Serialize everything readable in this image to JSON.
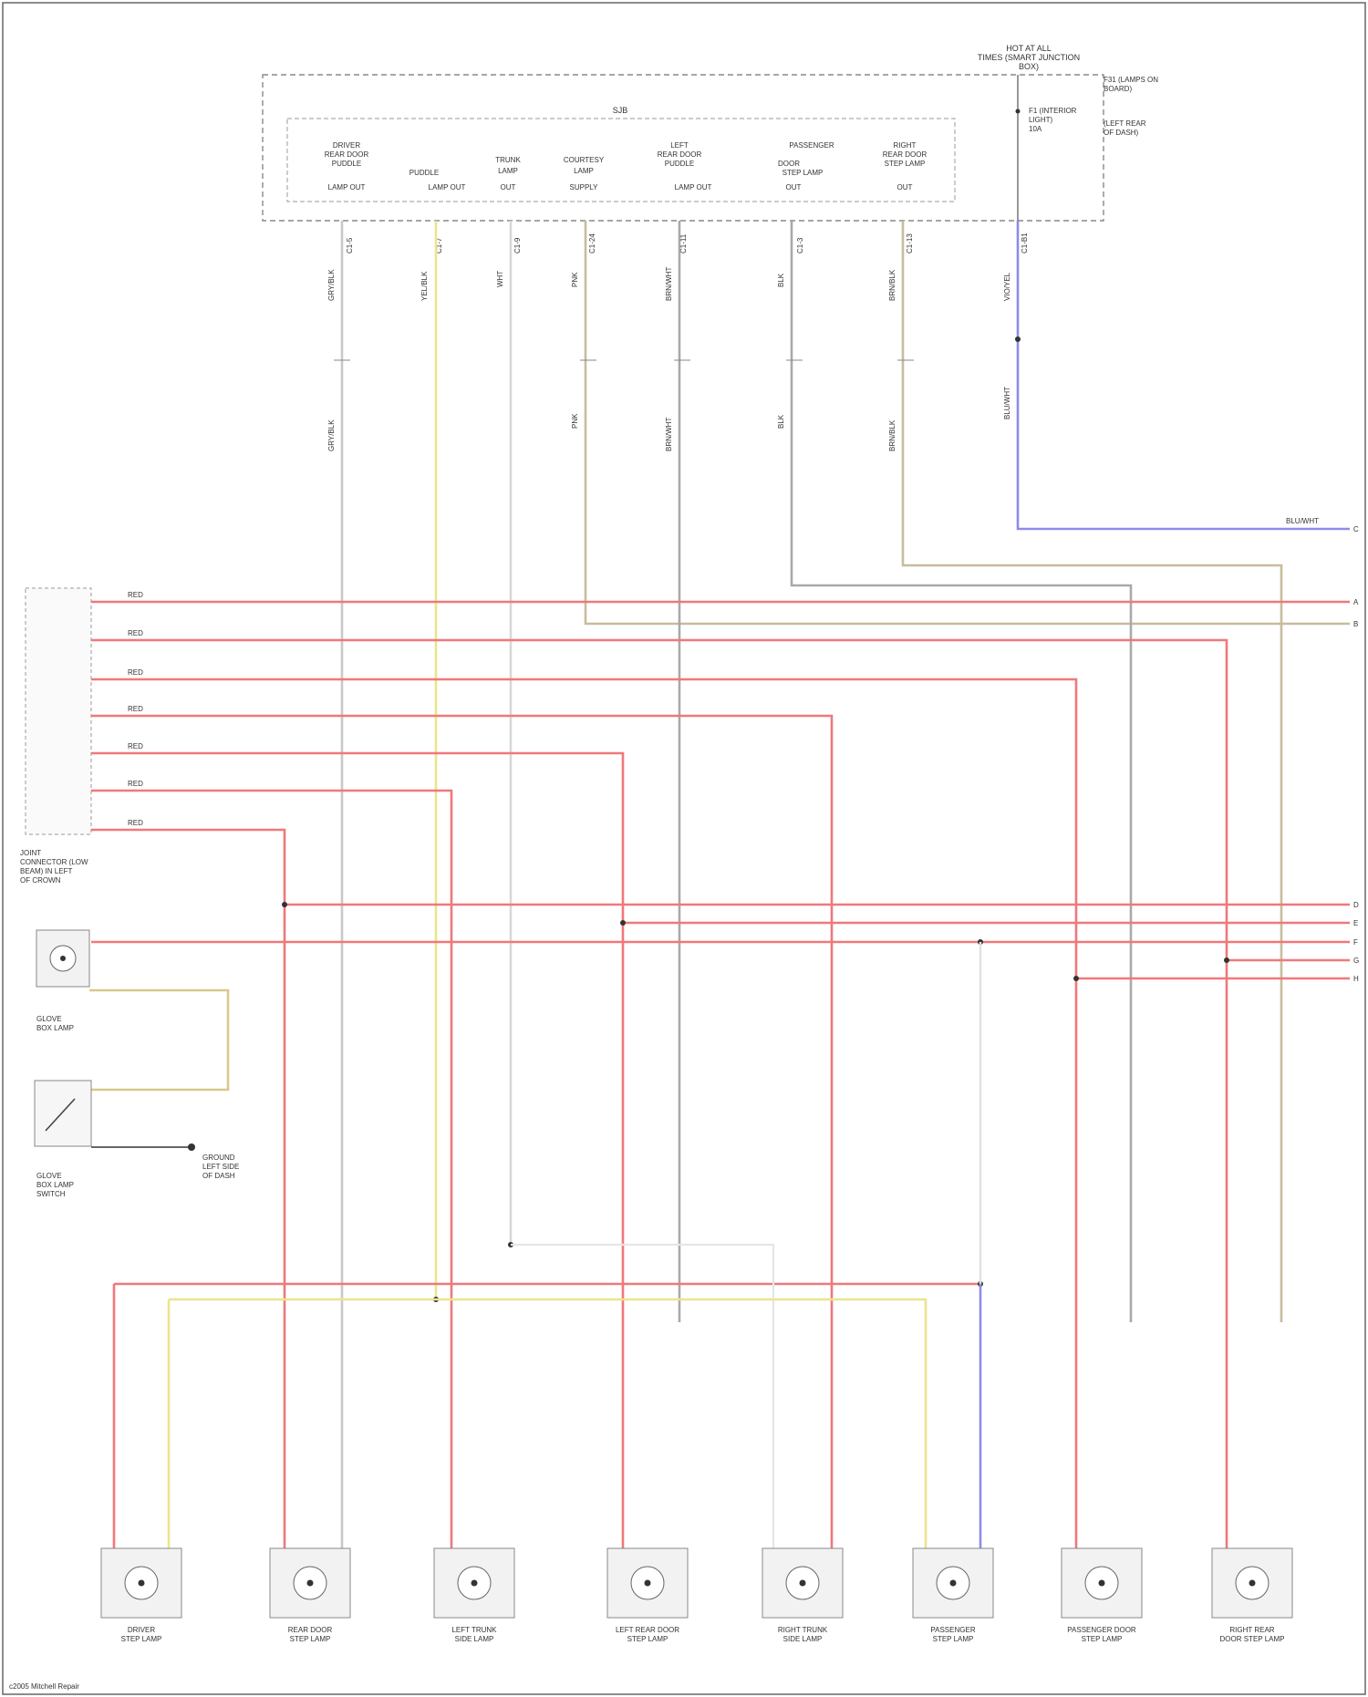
{
  "header": {
    "title_line1": "HOT AT ALL",
    "title_line2": "TIMES (SMART JUNCTION",
    "title_line3": "BOX)"
  },
  "module": {
    "name": "SJB",
    "fuse_side_label_line1": "F31 (LAMPS ON",
    "fuse_side_label_line2": "BOARD)",
    "fuse_side_label_line3": "(LEFT REAR",
    "fuse_side_label_line4": "OF DASH)",
    "fuse_label_line1": "F1 (INTERIOR",
    "fuse_label_line2": "LIGHT)",
    "fuse_label_line3": "10A",
    "outputs": [
      {
        "line1": "DRIVER",
        "line2": "REAR DOOR",
        "line3": "PUDDLE",
        "line4": "LAMP OUT"
      },
      {
        "line1": "",
        "line2": "",
        "line3": "PUDDLE",
        "line4": "LAMP OUT"
      },
      {
        "line1": "",
        "line2": "TRUNK",
        "line3": "LAMP",
        "line4": "OUT"
      },
      {
        "line1": "",
        "line2": "COURTESY",
        "line3": "LAMP",
        "line4": "SUPPLY"
      },
      {
        "line1": "LEFT",
        "line2": "REAR DOOR",
        "line3": "PUDDLE",
        "line4": "LAMP OUT"
      },
      {
        "line1": "PASSENGER",
        "line2": "DOOR",
        "line3": "STEP LAMP",
        "line4": "OUT"
      },
      {
        "line1": "RIGHT",
        "line2": "REAR DOOR",
        "line3": "STEP LAMP",
        "line4": "OUT"
      }
    ],
    "pin_labels": [
      "C1-5",
      "C1-7",
      "C1-9",
      "C1-24",
      "C1-11",
      "C1-3",
      "C1-13",
      "C1-B1"
    ]
  },
  "wire_colors": {
    "red": "#f0787a",
    "yellow": "#ece48e",
    "tan": "#c8bc9e",
    "gray": "#a9a9a9",
    "light_gray": "#c9c9c9",
    "blue": "#8c8ceb",
    "black": "#333333"
  },
  "wire_labels": {
    "top": [
      "GRY/BLK",
      "YEL/BLK",
      "WHT",
      "PNK",
      "BRN/WHT",
      "BLK",
      "BRN/BLK",
      "VIO/YEL"
    ],
    "mid": [
      "GRY/BLK",
      "PNK",
      "BRN/WHT",
      "BLK",
      "BRN/BLK",
      "BLU/WHT"
    ],
    "right_side": "BLU/WHT"
  },
  "right_connectors": [
    "A",
    "B",
    "C",
    "D",
    "E",
    "F",
    "G",
    "H"
  ],
  "junction_connector": {
    "line1": "JOINT",
    "line2": "CONNECTOR (LOW",
    "line3": "BEAM) IN LEFT",
    "line4": "OF CROWN",
    "rows": [
      "RED",
      "RED",
      "RED",
      "RED",
      "RED",
      "RED",
      "RED"
    ]
  },
  "components": {
    "glovebox_lamp": {
      "line1": "GLOVE",
      "line2": "BOX LAMP"
    },
    "glovebox_switch": {
      "line1": "GLOVE",
      "line2": "BOX LAMP",
      "line3": "SWITCH"
    },
    "ground": {
      "line1": "GROUND",
      "line2": "LEFT SIDE",
      "line3": "OF DASH"
    }
  },
  "lamps": [
    {
      "line1": "DRIVER",
      "line2": "STEP LAMP"
    },
    {
      "line1": "REAR DOOR",
      "line2": "STEP LAMP"
    },
    {
      "line1": "LEFT TRUNK",
      "line2": "SIDE LAMP"
    },
    {
      "line1": "LEFT REAR DOOR",
      "line2": "STEP LAMP"
    },
    {
      "line1": "RIGHT TRUNK",
      "line2": "SIDE LAMP"
    },
    {
      "line1": "PASSENGER",
      "line2": "STEP LAMP"
    },
    {
      "line1": "PASSENGER DOOR",
      "line2": "STEP LAMP"
    },
    {
      "line1": "RIGHT REAR",
      "line2": "DOOR STEP LAMP"
    }
  ],
  "footer": "c2005 Mitchell Repair"
}
